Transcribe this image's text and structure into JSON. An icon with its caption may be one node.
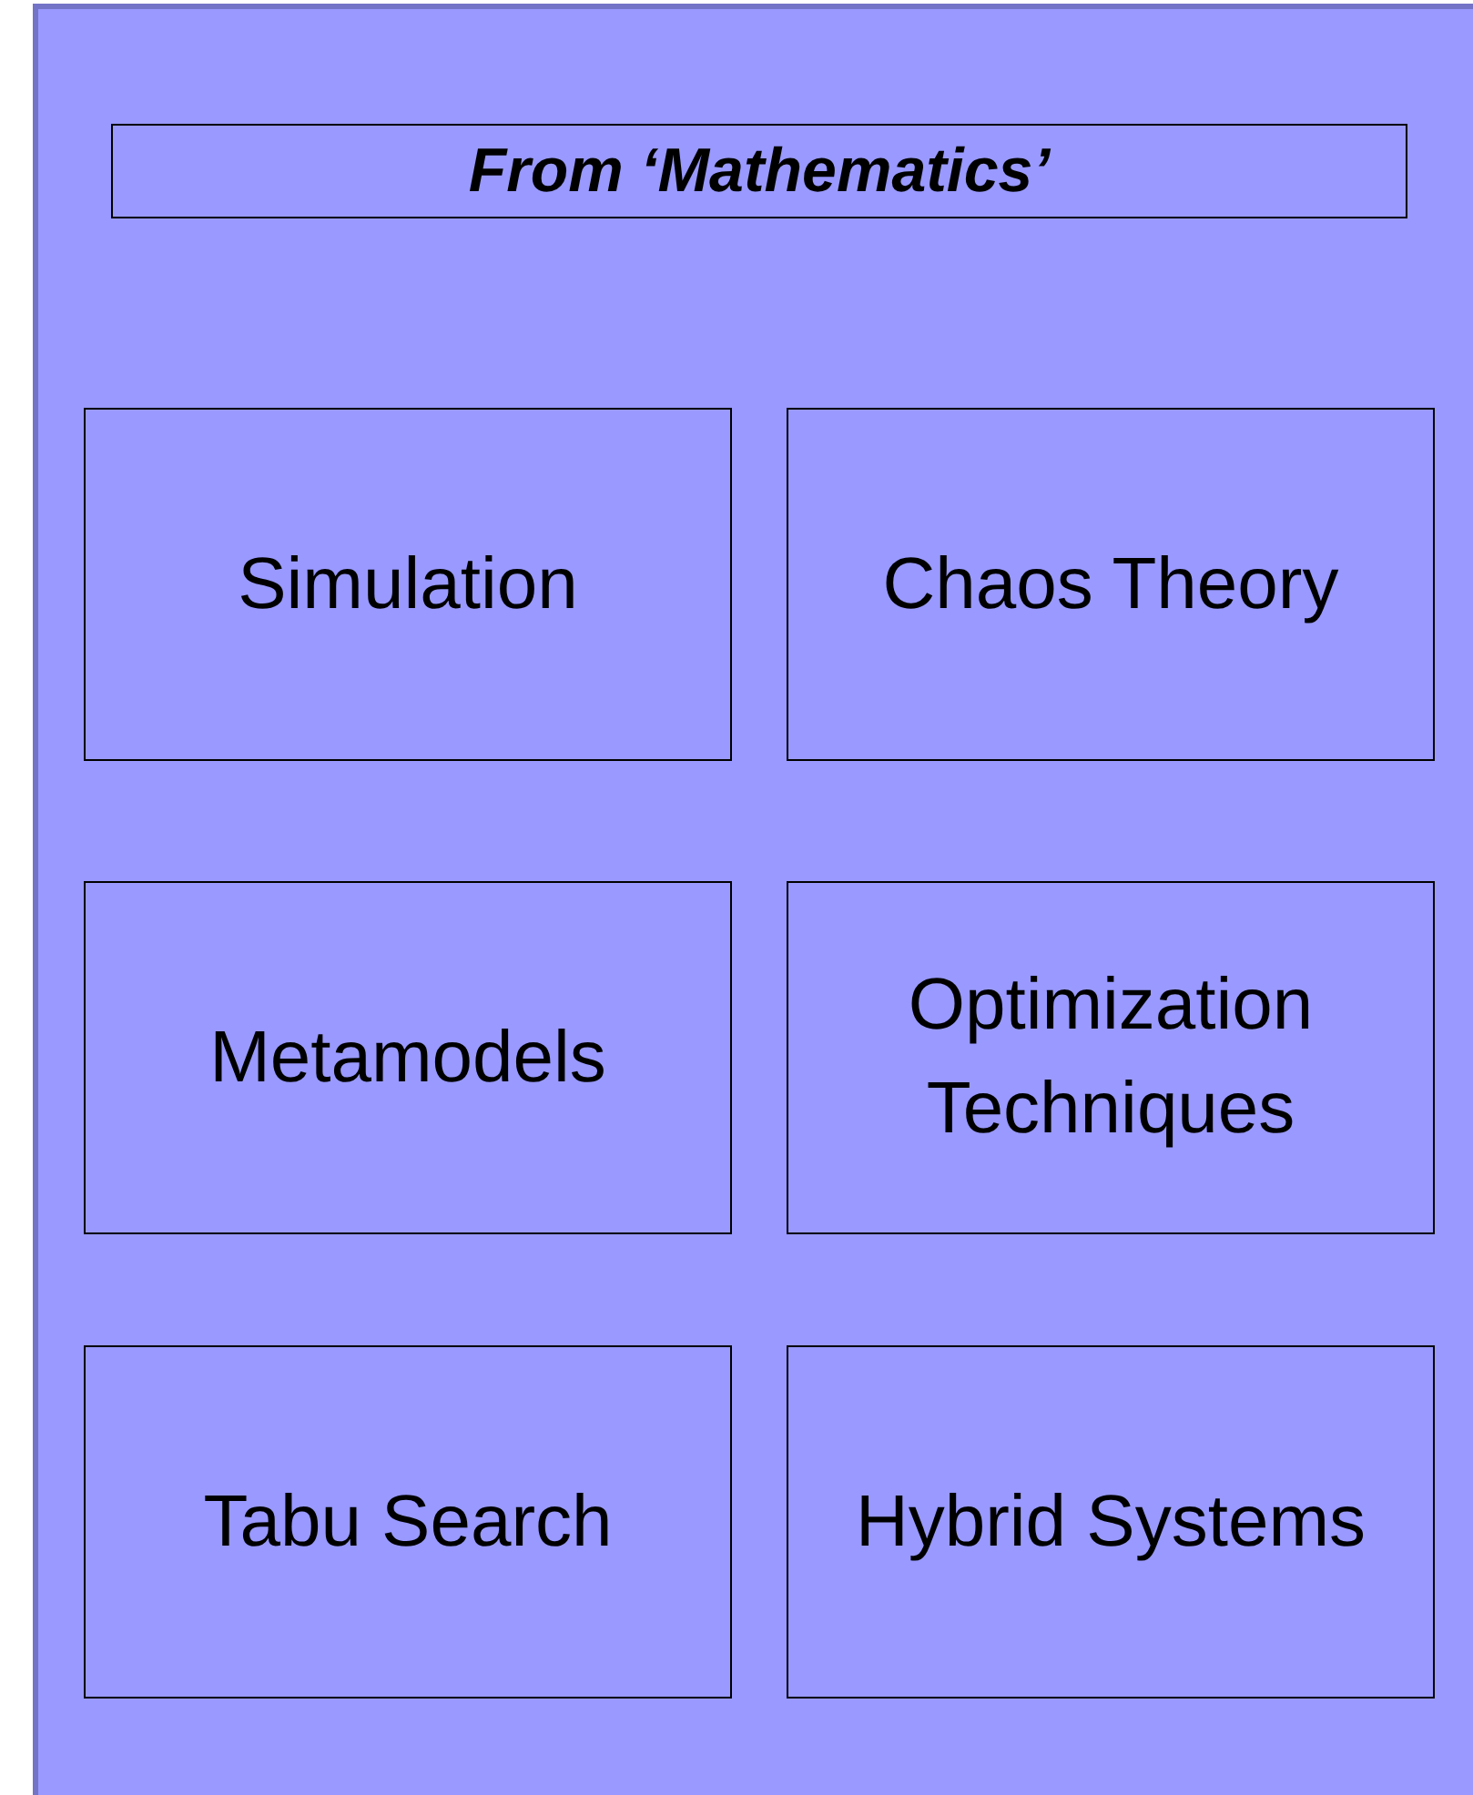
{
  "diagram": {
    "nodes": [
      {
        "text": [],
        "shape": "box"
      },
      {
        "text": [
          "From ‘Mathematics’"
        ],
        "in": 0
      },
      {
        "text": [
          "Simulation"
        ],
        "in": 0
      },
      {
        "text": [
          "Chaos Theory"
        ],
        "in": 0
      },
      {
        "text": [
          "Metamodels"
        ],
        "in": 0
      },
      {
        "text": [
          "Optimization Techniques"
        ],
        "in": 0
      },
      {
        "text": [
          "Tabu Search"
        ],
        "in": 0
      },
      {
        "text": [
          "Hybrid Systems"
        ],
        "in": 0
      }
    ]
  }
}
